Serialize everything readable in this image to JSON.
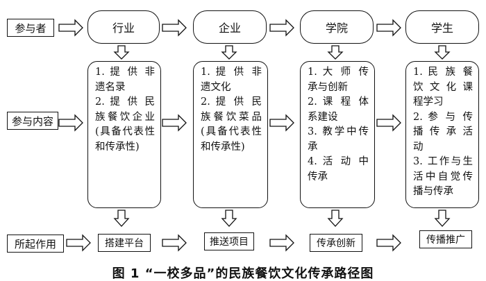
{
  "labels": {
    "participants": "参与者",
    "content": "参与内容",
    "role": "所起作用"
  },
  "stages": [
    "行业",
    "企业",
    "学院",
    "学生"
  ],
  "contents": [
    [
      "1. 提 供 非 遗名录",
      "2. 提 供 民 族餐饮企业(具备代表性和传承性)"
    ],
    [
      "1. 提 供 非 遗文化",
      "2. 提 供 民 族餐饮菜品(具备代表性和传承性)"
    ],
    [
      "1. 大 师 传 承与创新",
      "2. 课 程 体 系建设",
      "3. 教学中传承",
      "4. 活 动 中 传承"
    ],
    [
      "1. 民 族 餐 饮 文 化 课 程学习",
      "2. 参 与 传 播 传 承 活 动",
      "3. 工作与生活中自觉传播与传承"
    ]
  ],
  "roles": [
    "搭建平台",
    "推送项目",
    "传承创新",
    "传播推广"
  ],
  "caption": "图 1 “一校多品”的民族餐饮文化传承路径图"
}
